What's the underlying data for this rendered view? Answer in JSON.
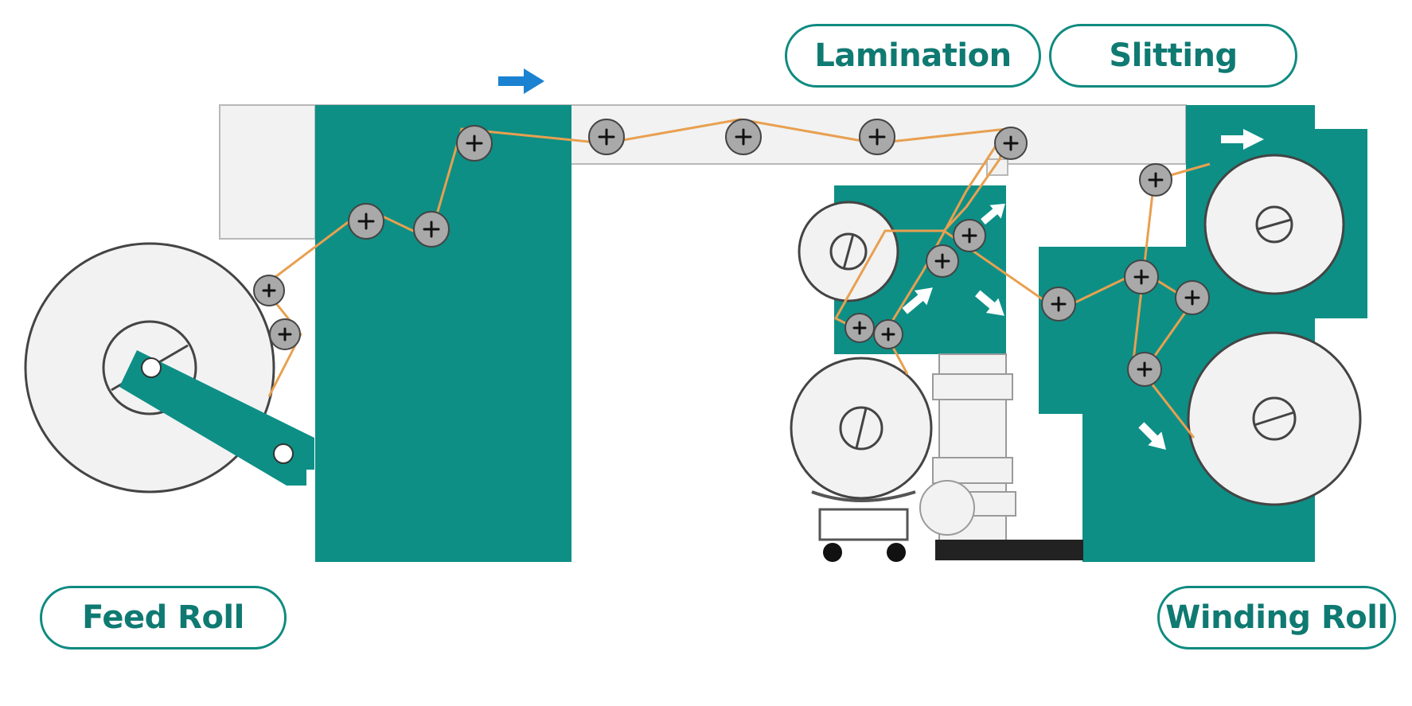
{
  "labels": {
    "lamination": "Lamination",
    "slitting": "Slitting",
    "feed_roll": "Feed Roll",
    "winding_roll": "Winding Roll"
  },
  "colors": {
    "machine_teal": "#0d8f86",
    "label_teal": "#0f7a72",
    "web_line": "#e8a050",
    "roller_gray": "#a9a9a9",
    "panel_light": "#f2f2f2",
    "flow_arrow_blue": "#1a82d0"
  },
  "icons": [
    "flow-direction-arrow",
    "roller-plus-icon",
    "roll-slot-icon"
  ]
}
